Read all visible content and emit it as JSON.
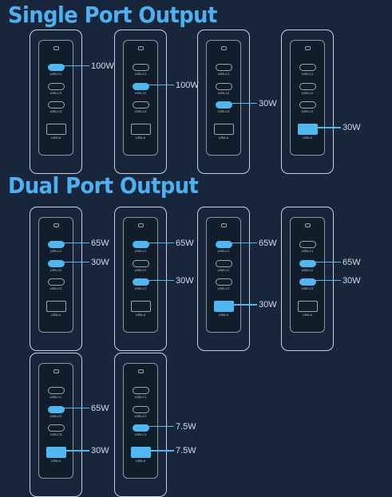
{
  "sections": [
    {
      "title": "Single Port Output",
      "configs": [
        {
          "active": [
            {
              "port": "c1",
              "watts": "100W"
            }
          ]
        },
        {
          "active": [
            {
              "port": "c2",
              "watts": "100W"
            }
          ]
        },
        {
          "active": [
            {
              "port": "c3",
              "watts": "30W"
            }
          ]
        },
        {
          "active": [
            {
              "port": "a",
              "watts": "30W"
            }
          ]
        }
      ]
    },
    {
      "title": "Dual Port Output",
      "configs": [
        {
          "active": [
            {
              "port": "c1",
              "watts": "65W"
            },
            {
              "port": "c2",
              "watts": "30W"
            }
          ]
        },
        {
          "active": [
            {
              "port": "c1",
              "watts": "65W"
            },
            {
              "port": "c3",
              "watts": "30W"
            }
          ]
        },
        {
          "active": [
            {
              "port": "c1",
              "watts": "65W"
            },
            {
              "port": "a",
              "watts": "30W"
            }
          ]
        },
        {
          "active": [
            {
              "port": "c2",
              "watts": "65W"
            },
            {
              "port": "c3",
              "watts": "30W"
            }
          ]
        },
        {
          "active": [
            {
              "port": "c2",
              "watts": "65W"
            },
            {
              "port": "a",
              "watts": "30W"
            }
          ]
        },
        {
          "active": [
            {
              "port": "c3",
              "watts": "7.5W"
            },
            {
              "port": "a",
              "watts": "7.5W"
            }
          ]
        }
      ]
    }
  ],
  "port_labels": {
    "c1": "USB-C1",
    "c2": "USB-C2",
    "c3": "USB-C3",
    "a": "USB-A"
  },
  "colors": {
    "background": "#17263a",
    "accent": "#4fb8f0",
    "title": "#4fb0f0"
  }
}
